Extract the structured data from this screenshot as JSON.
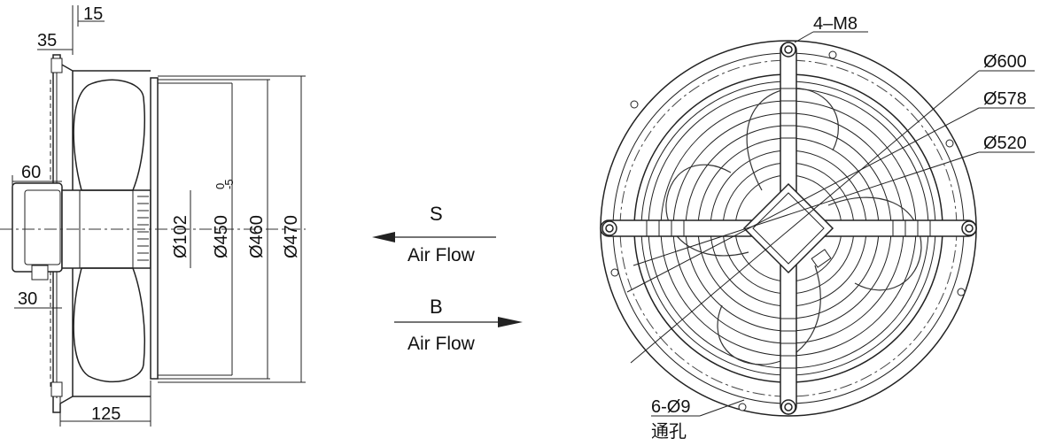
{
  "side_view": {
    "dim_15": "15",
    "dim_35": "35",
    "dim_60": "60",
    "dim_30": "30",
    "dim_125": "125",
    "dia_hub": "Ø102",
    "dia_blade": "Ø450",
    "tol_upper": "0",
    "tol_lower": "-5",
    "dia_inner": "Ø460",
    "dia_outer": "Ø470"
  },
  "flow": {
    "s_label": "S",
    "s_text": "Air Flow",
    "b_label": "B",
    "b_text": "Air Flow"
  },
  "front_view": {
    "thread_label": "4–M8",
    "dia_600": "Ø600",
    "dia_578": "Ø578",
    "dia_520": "Ø520",
    "holes_label": "6-Ø9",
    "holes_note": "通孔"
  }
}
